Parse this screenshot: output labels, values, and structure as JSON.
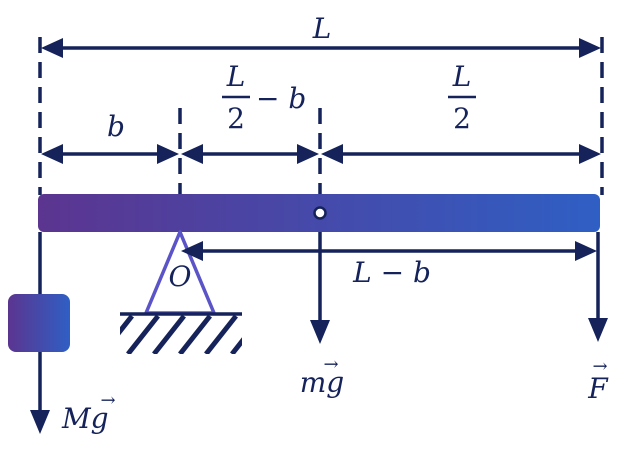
{
  "labels": {
    "total_length": "L",
    "left_segment": "b",
    "middle_segment_num": "L",
    "middle_segment_den": "2",
    "middle_segment_minus": "− b",
    "right_segment_num": "L",
    "right_segment_den": "2",
    "pivot": "O",
    "pivot_to_end": "L − b",
    "rod_weight": "mg",
    "block_weight": "Mg",
    "applied_force": "F",
    "vector_mark": "→"
  },
  "colors": {
    "ink": "#15235a",
    "gradient_start": "#5b3590",
    "gradient_end": "#2f5fc4",
    "support": "#5a54c8"
  }
}
